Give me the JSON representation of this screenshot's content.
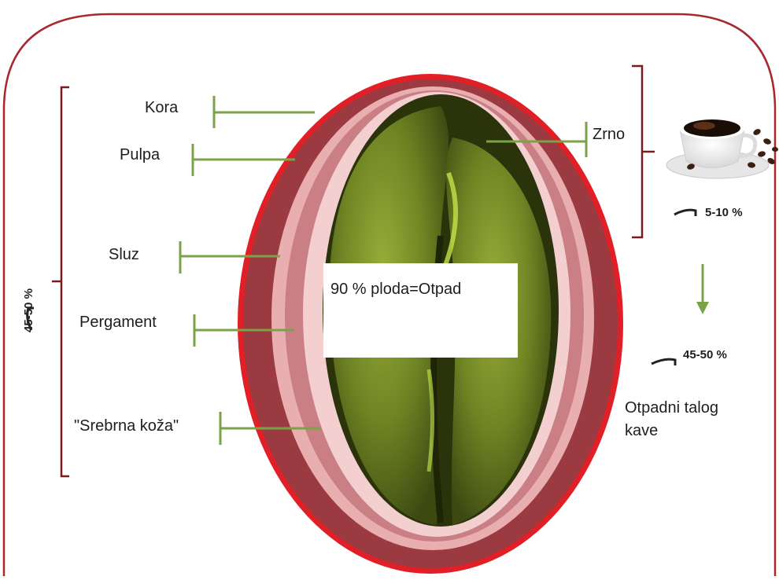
{
  "diagram": {
    "layers": [
      "Kora",
      "Pulpa",
      "Sluz",
      "Pergament",
      "\"Srebrna koža\""
    ],
    "bean_label": "Zrno",
    "center_label": "90 % ploda=Otpad",
    "left_percentage": "45-50 %",
    "bean_percentage": "5-10 %",
    "ground_percentage": "45-50 %",
    "ground_label_line1": "Otpadni talog",
    "ground_label_line2": "kave",
    "colors": {
      "frame": "#a8282e",
      "outer_skin": "#e01f26",
      "pulp": "#9c3a42",
      "mucilage": "#e9aeb0",
      "parchment": "#c97f84",
      "silver_skin": "#f3cfd0",
      "bean": "#6b7d22",
      "leader_line": "#7aa347",
      "bracket": "#7a1c1f",
      "arrow": "#7aa347"
    },
    "icons": [
      "coffee-cup-icon",
      "coffee-bean-icon"
    ]
  }
}
